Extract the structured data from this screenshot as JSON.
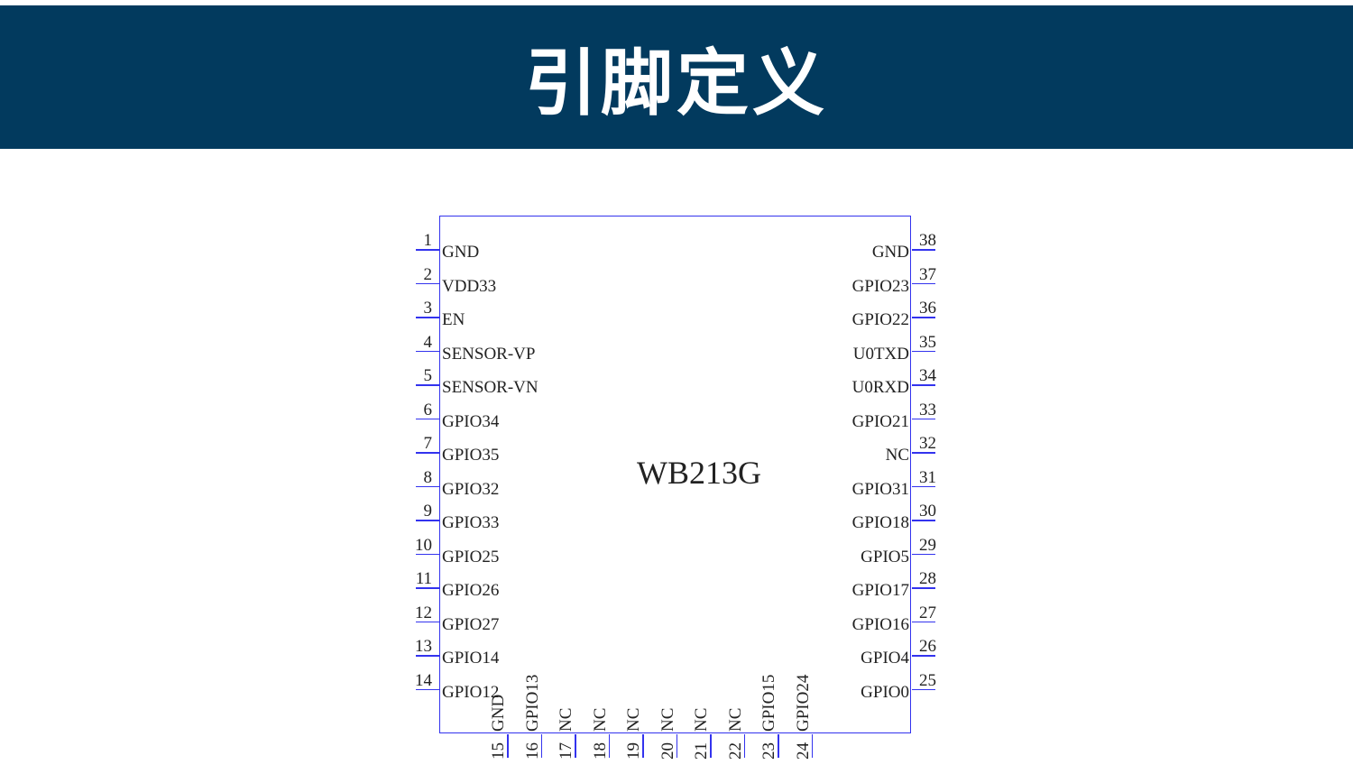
{
  "title": "引脚定义",
  "chip_name": "WB213G",
  "left_pins": [
    {
      "num": "1",
      "name": "GND"
    },
    {
      "num": "2",
      "name": "VDD33"
    },
    {
      "num": "3",
      "name": "EN"
    },
    {
      "num": "4",
      "name": "SENSOR-VP"
    },
    {
      "num": "5",
      "name": "SENSOR-VN"
    },
    {
      "num": "6",
      "name": "GPIO34"
    },
    {
      "num": "7",
      "name": "GPIO35"
    },
    {
      "num": "8",
      "name": "GPIO32"
    },
    {
      "num": "9",
      "name": "GPIO33"
    },
    {
      "num": "10",
      "name": "GPIO25"
    },
    {
      "num": "11",
      "name": "GPIO26"
    },
    {
      "num": "12",
      "name": "GPIO27"
    },
    {
      "num": "13",
      "name": "GPIO14"
    },
    {
      "num": "14",
      "name": "GPIO12"
    }
  ],
  "bottom_pins": [
    {
      "num": "15",
      "name": "GND"
    },
    {
      "num": "16",
      "name": "GPIO13"
    },
    {
      "num": "17",
      "name": "NC"
    },
    {
      "num": "18",
      "name": "NC"
    },
    {
      "num": "19",
      "name": "NC"
    },
    {
      "num": "20",
      "name": "NC"
    },
    {
      "num": "21",
      "name": "NC"
    },
    {
      "num": "22",
      "name": "NC"
    },
    {
      "num": "23",
      "name": "GPIO15"
    },
    {
      "num": "24",
      "name": "GPIO24"
    }
  ],
  "right_pins": [
    {
      "num": "38",
      "name": "GND"
    },
    {
      "num": "37",
      "name": "GPIO23"
    },
    {
      "num": "36",
      "name": "GPIO22"
    },
    {
      "num": "35",
      "name": "U0TXD"
    },
    {
      "num": "34",
      "name": "U0RXD"
    },
    {
      "num": "33",
      "name": "GPIO21"
    },
    {
      "num": "32",
      "name": "NC"
    },
    {
      "num": "31",
      "name": "GPIO31"
    },
    {
      "num": "30",
      "name": "GPIO18"
    },
    {
      "num": "29",
      "name": "GPIO5"
    },
    {
      "num": "28",
      "name": "GPIO17"
    },
    {
      "num": "27",
      "name": "GPIO16"
    },
    {
      "num": "26",
      "name": "GPIO4"
    },
    {
      "num": "25",
      "name": "GPIO0"
    }
  ]
}
